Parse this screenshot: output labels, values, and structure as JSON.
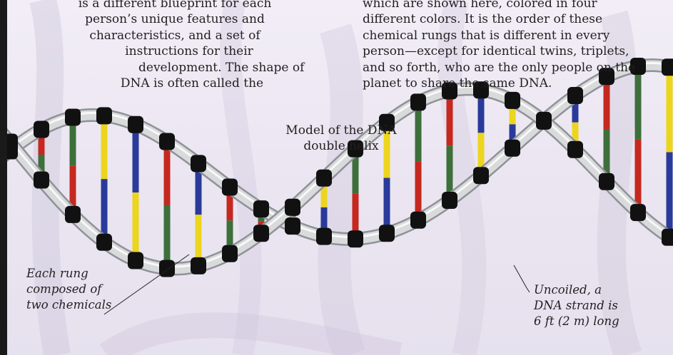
{
  "intro_paragraph": {
    "lines": [
      "is a different blueprint for each",
      "person’s unique features and",
      "characteristics, and a set of",
      "instructions for their",
      "development. The shape of",
      "DNA is often called the"
    ]
  },
  "rungs_paragraph": {
    "lines": [
      "which are shown here, colored in four",
      "different colors. It is the order of these",
      "chemical rungs that is different in every",
      "person—except for identical twins, triplets,",
      "and so forth, who are the only people on the",
      "planet to share the same DNA."
    ]
  },
  "model_caption": {
    "lines": [
      "Model of the DNA",
      "double helix"
    ]
  },
  "rung_annotation": {
    "lines": [
      "Each rung",
      "composed of",
      "two chemicals"
    ]
  },
  "length_annotation": {
    "lines": [
      "Uncoiled, a",
      "DNA strand is",
      "6 ft (2 m) long"
    ]
  },
  "colors": {
    "background": "#ede8f3",
    "background_shadow": "#c9c0d6",
    "strand": "#d9dadc",
    "strand_edge": "#8f9296",
    "connector": "#111111",
    "rung_blue": "#2a3a9a",
    "rung_yellow": "#ecd51d",
    "rung_red": "#c5281f",
    "rung_green": "#3d6f3b"
  }
}
